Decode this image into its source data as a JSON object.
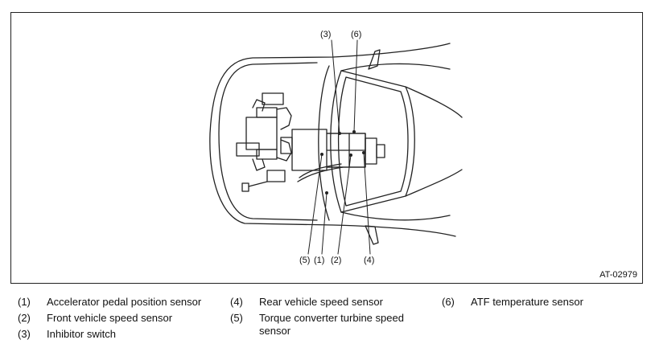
{
  "figure": {
    "code": "AT-02979",
    "callouts": {
      "c3": "(3)",
      "c6": "(6)",
      "c5": "(5)",
      "c1": "(1)",
      "c2": "(2)",
      "c4": "(4)"
    }
  },
  "legend": [
    {
      "num": "(1)",
      "text": "Accelerator pedal position sensor"
    },
    {
      "num": "(2)",
      "text": "Front vehicle speed sensor"
    },
    {
      "num": "(3)",
      "text": "Inhibitor switch"
    },
    {
      "num": "(4)",
      "text": "Rear vehicle speed sensor"
    },
    {
      "num": "(5)",
      "text": "Torque converter turbine speed sensor"
    },
    {
      "num": "(6)",
      "text": "ATF temperature sensor"
    }
  ]
}
